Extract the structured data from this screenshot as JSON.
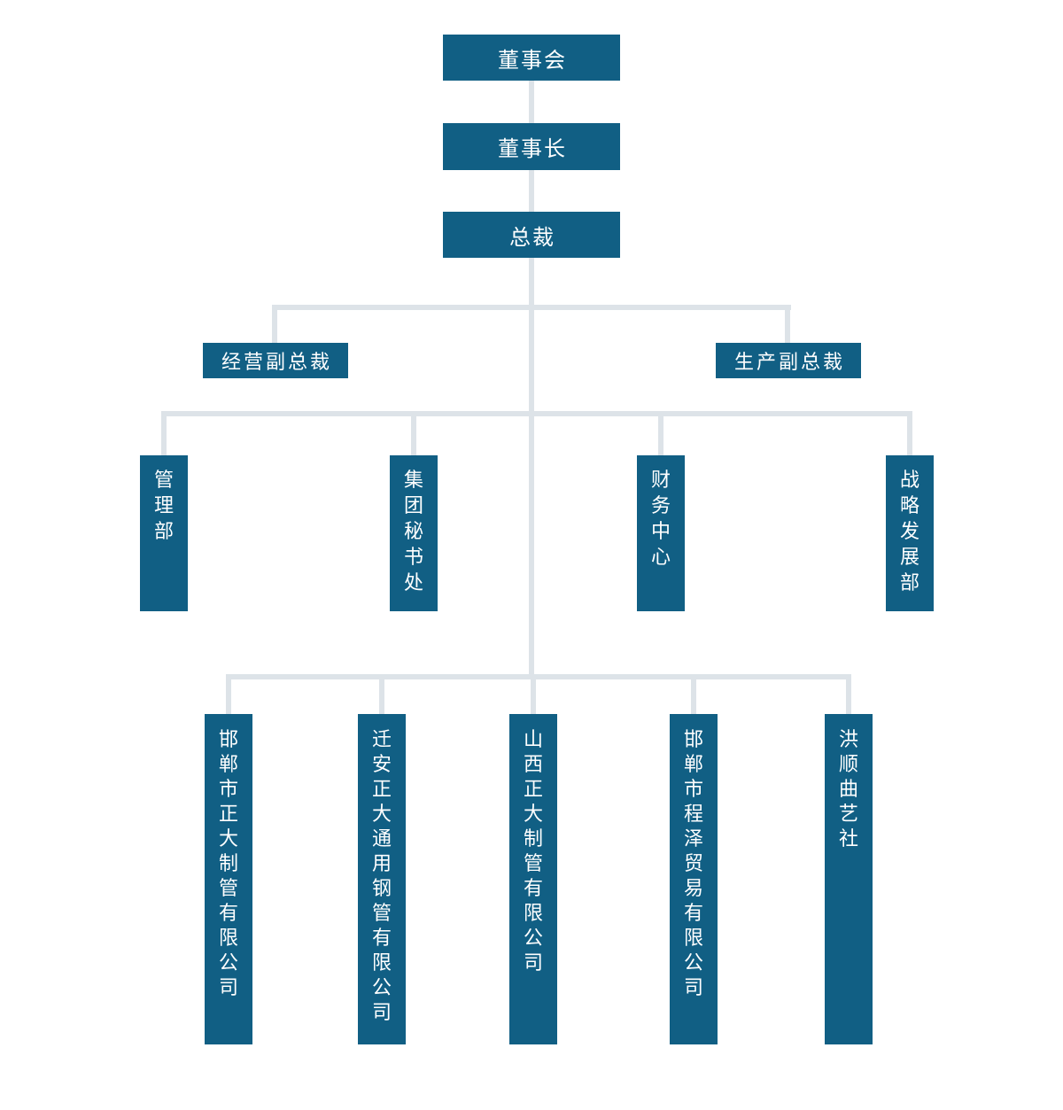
{
  "org": {
    "nodes": {
      "board": "董事会",
      "chairman": "董事长",
      "president": "总裁",
      "vp_operations": "经营副总裁",
      "vp_production": "生产副总裁",
      "departments": [
        "管理部",
        "集团秘书处",
        "财务中心",
        "战略发展部"
      ],
      "subsidiaries": [
        "邯郸市正大制管有限公司",
        "迁安正大通用钢管有限公司",
        "山西正大制管有限公司",
        "邯郸市程泽贸易有限公司",
        "洪顺曲艺社"
      ]
    },
    "colors": {
      "node_fill": "#115f84",
      "node_text": "#ffffff",
      "connector": "#dde3e8",
      "background": "#ffffff"
    }
  }
}
